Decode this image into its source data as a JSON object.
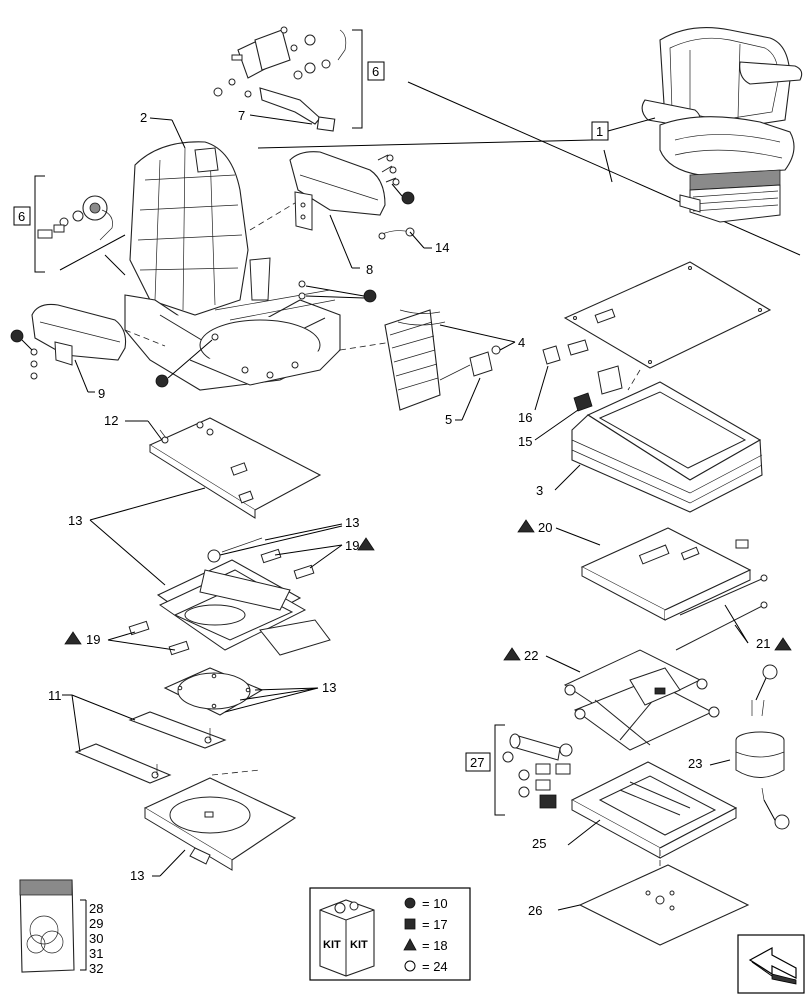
{
  "callouts": {
    "c1": "1",
    "c2": "2",
    "c3": "3",
    "c4": "4",
    "c5": "5",
    "c6a": "6",
    "c6b": "6",
    "c7": "7",
    "c8": "8",
    "c9": "9",
    "c11": "11",
    "c12": "12",
    "c13a": "13",
    "c13b": "13",
    "c13c": "13",
    "c13d": "13",
    "c14": "14",
    "c15": "15",
    "c16": "16",
    "c19a": "19",
    "c19b": "19",
    "c20": "20",
    "c21": "21",
    "c22": "22",
    "c23": "23",
    "c25": "25",
    "c26": "26",
    "c27": "27"
  },
  "kit_stack": [
    "28",
    "29",
    "30",
    "31",
    "32"
  ],
  "legend": {
    "kit_label_left": "KIT",
    "kit_label_right": "KIT",
    "rows": [
      {
        "symbol": "filled-circle",
        "text": "= 10"
      },
      {
        "symbol": "filled-square",
        "text": "= 17"
      },
      {
        "symbol": "filled-triangle",
        "text": "= 18"
      },
      {
        "symbol": "open-circle",
        "text": "= 24"
      }
    ]
  },
  "icons": {
    "nav_arrow": "arrow-left-icon"
  }
}
